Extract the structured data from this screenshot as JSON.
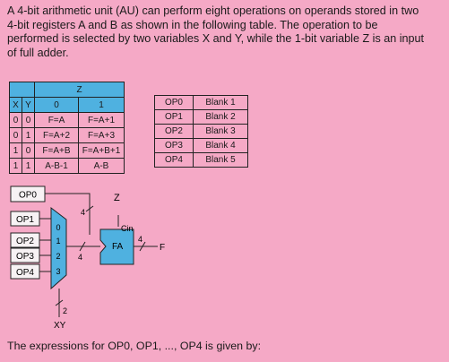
{
  "intro": {
    "lines": [
      "A 4-bit arithmetic unit (AU) can perform eight operations on operands stored in two",
      "4-bit registers A and B as shown in the following table. The operation to be",
      "performed is selected by two variables X and Y, while the 1-bit variable Z is an input",
      "of full adder."
    ]
  },
  "truth_table": {
    "z_label": "Z",
    "x_label": "X",
    "y_label": "Y",
    "z0": "0",
    "z1": "1",
    "rows": [
      {
        "x": "0",
        "y": "0",
        "z0": "F=A",
        "z1": "F=A+1"
      },
      {
        "x": "0",
        "y": "1",
        "z0": "F=A+2",
        "z1": "F=A+3"
      },
      {
        "x": "1",
        "y": "0",
        "z0": "F=A+B",
        "z1": "F=A+B+1"
      },
      {
        "x": "1",
        "y": "1",
        "z0": "A-B-1",
        "z1": "A-B"
      }
    ]
  },
  "blank_table": {
    "rows": [
      {
        "op": "OP0",
        "blank": "Blank 1"
      },
      {
        "op": "OP1",
        "blank": "Blank 2"
      },
      {
        "op": "OP2",
        "blank": "Blank 3"
      },
      {
        "op": "OP3",
        "blank": "Blank 4"
      },
      {
        "op": "OP4",
        "blank": "Blank 5"
      }
    ]
  },
  "circuit": {
    "op0": "OP0",
    "op1": "OP1",
    "op2": "OP2",
    "op3": "OP3",
    "op4": "OP4",
    "mux_in0": "0",
    "mux_in1": "1",
    "mux_in2": "2",
    "mux_in3": "3",
    "bus_width_top": "4",
    "bus_width_mid": "4",
    "bus_width_out": "4",
    "select_width": "2",
    "z": "Z",
    "cin": "Cin",
    "fa": "FA",
    "f": "F",
    "xy": "XY"
  },
  "footer": "The expressions for OP0, OP1, ..., OP4 is given by:"
}
